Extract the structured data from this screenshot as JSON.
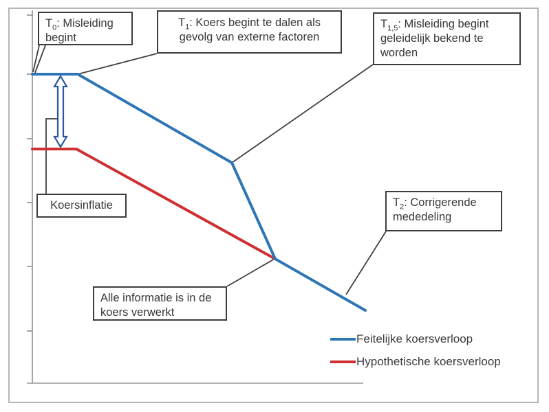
{
  "colors": {
    "actual_line": "#2E75B6",
    "hypothetical_line": "#CF2F30",
    "connector": "#3f3f3f",
    "y_axis": "#8f8f8f",
    "x_axis": "#a8a8a8",
    "frame": "#b6b6b6",
    "arrow_outline": "#2A579A",
    "arrow_fill": "#ffffff",
    "box_border": "#3c3c3c",
    "text": "#3a3a3a"
  },
  "annotations": {
    "t0": {
      "prefix": "T",
      "sub": "0",
      "text": ": Misleiding begint"
    },
    "t1": {
      "prefix": "T",
      "sub": "1",
      "text": ": Koers begint te dalen als gevolg van externe factoren"
    },
    "t15": {
      "prefix": "T",
      "sub": "1,5",
      "text": ": Misleiding begint geleidelijk bekend te worden"
    },
    "t2": {
      "prefix": "T",
      "sub": "2",
      "text": ": Corrigerende mededeling"
    },
    "koersinflatie": {
      "text": "Koersinflatie"
    },
    "alle_informatie": {
      "text": "Alle informatie is in de koers verwerkt"
    }
  },
  "legend": {
    "items": [
      {
        "label": "Feitelijke koersverloop",
        "color": "#2E75B6"
      },
      {
        "label": "Hypothetische koersverloop",
        "color": "#CF2F30"
      }
    ]
  },
  "lines": {
    "actual_points": "47,108 113,108 337,237 400,377 531,452",
    "hypothetical_points": "47,217 111,217 400,377",
    "inflation_arrow_points": "88,111 79,126 84,126 84,199 79,199 88,214 97,199 92,199 92,126 97,126"
  },
  "chart_data": {
    "type": "line",
    "title": "",
    "xlabel": "",
    "ylabel": "",
    "x_tick_labels_shown": false,
    "y_tick_labels_shown": false,
    "y_axis_ticks": 6,
    "grid": false,
    "legend_position": "bottom-right",
    "x_units": "tijd (schematisch)",
    "y_units": "koers (schematisch, as-tick-eenheden)",
    "series": [
      {
        "name": "Feitelijke koersverloop",
        "color": "#2E75B6",
        "points": [
          {
            "t": "T0",
            "v": 4.8
          },
          {
            "t": "T1",
            "v": 4.8
          },
          {
            "t": "T1,5",
            "v": 3.45
          },
          {
            "t": "T2",
            "v": 1.95
          },
          {
            "t": "einde",
            "v": 1.15
          }
        ]
      },
      {
        "name": "Hypothetische koersverloop",
        "color": "#CF2F30",
        "points": [
          {
            "t": "T0",
            "v": 3.65
          },
          {
            "t": "T1",
            "v": 3.65
          },
          {
            "t": "T2",
            "v": 1.95
          }
        ]
      }
    ],
    "events": [
      {
        "label": "T0: Misleiding begint",
        "on": "start van beide lijnen"
      },
      {
        "label": "T1: Koers begint te dalen als gevolg van externe factoren",
        "on": "eerste knik"
      },
      {
        "label": "T1,5: Misleiding begint geleidelijk bekend te worden",
        "on": "tweede knik feitelijke lijn"
      },
      {
        "label": "T2: Corrigerende mededeling",
        "on": "samenkomst van de lijnen"
      },
      {
        "label": "Koersinflatie",
        "on": "verticale dubbele pijl tussen de lijnen"
      },
      {
        "label": "Alle informatie is in de koers verwerkt",
        "on": "convergentiepunt"
      }
    ]
  }
}
